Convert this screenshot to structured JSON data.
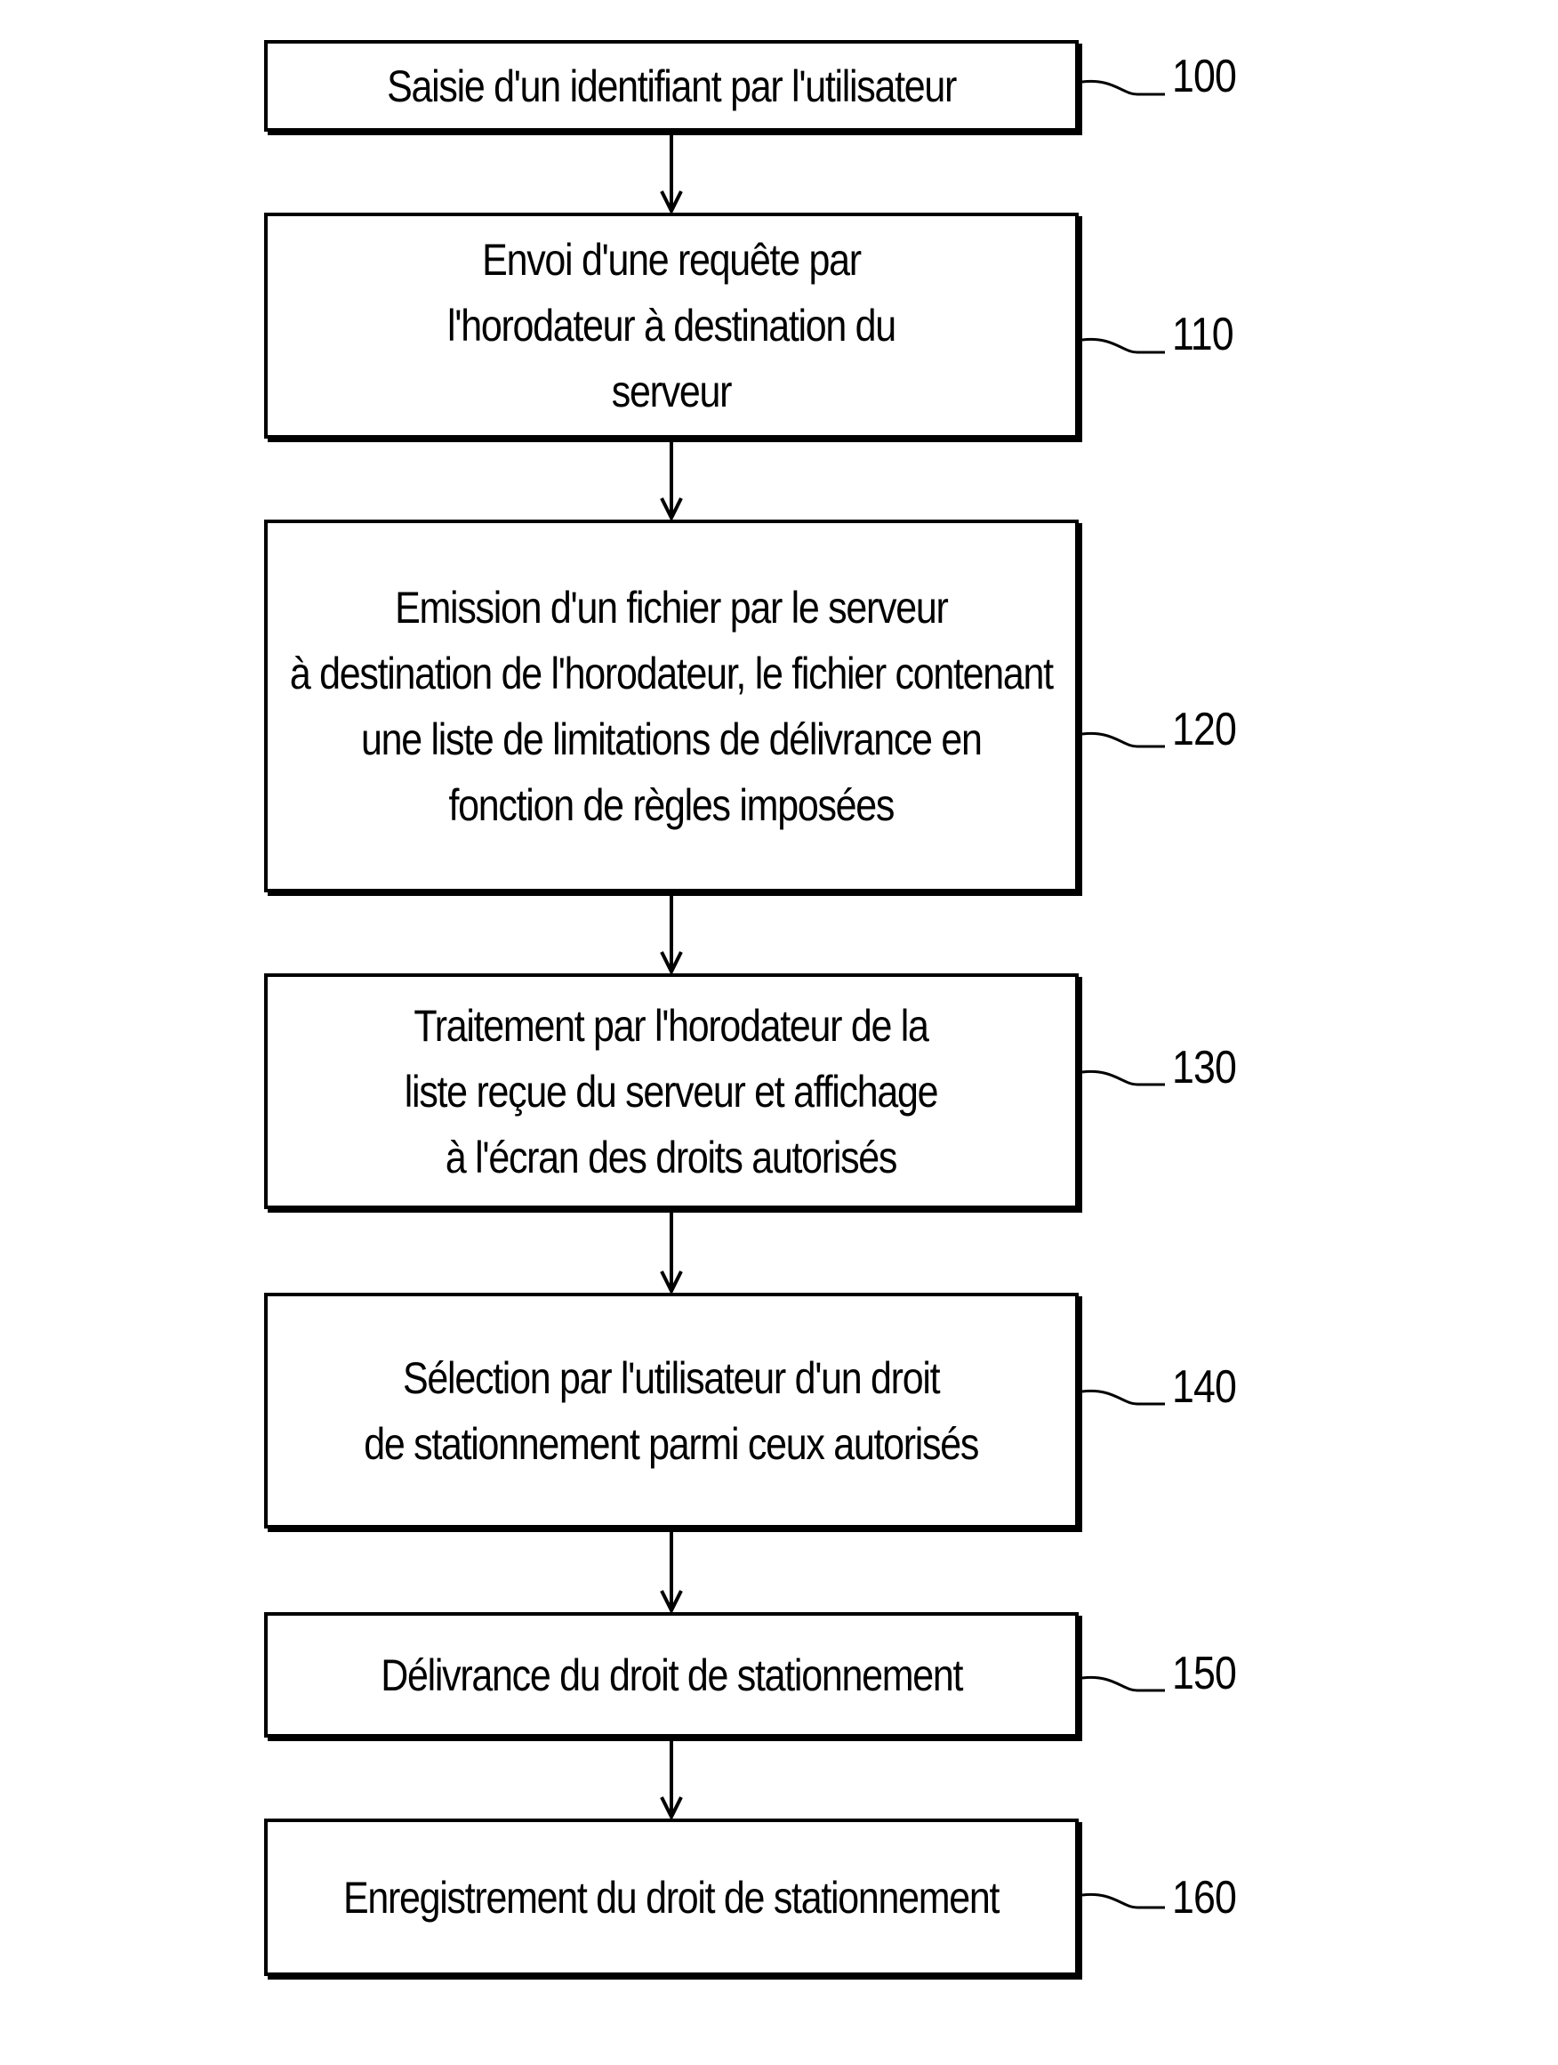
{
  "steps": [
    {
      "ref": "100",
      "lines": [
        "Saisie d'un identifiant par l'utilisateur"
      ]
    },
    {
      "ref": "110",
      "lines": [
        "Envoi d'une requête par",
        "l'horodateur à destination du",
        "serveur"
      ]
    },
    {
      "ref": "120",
      "lines": [
        "Emission d'un fichier par le serveur",
        "à destination de l'horodateur, le fichier contenant",
        "une liste de limitations de délivrance en",
        "fonction de règles imposées"
      ]
    },
    {
      "ref": "130",
      "lines": [
        "Traitement par l'horodateur de la",
        "liste reçue du serveur et affichage",
        "à l'écran des droits autorisés"
      ]
    },
    {
      "ref": "140",
      "lines": [
        "Sélection par l'utilisateur d'un droit",
        "de stationnement parmi ceux autorisés"
      ]
    },
    {
      "ref": "150",
      "lines": [
        "Délivrance du droit de stationnement"
      ]
    },
    {
      "ref": "160",
      "lines": [
        "Enregistrement du droit de stationnement"
      ]
    }
  ]
}
